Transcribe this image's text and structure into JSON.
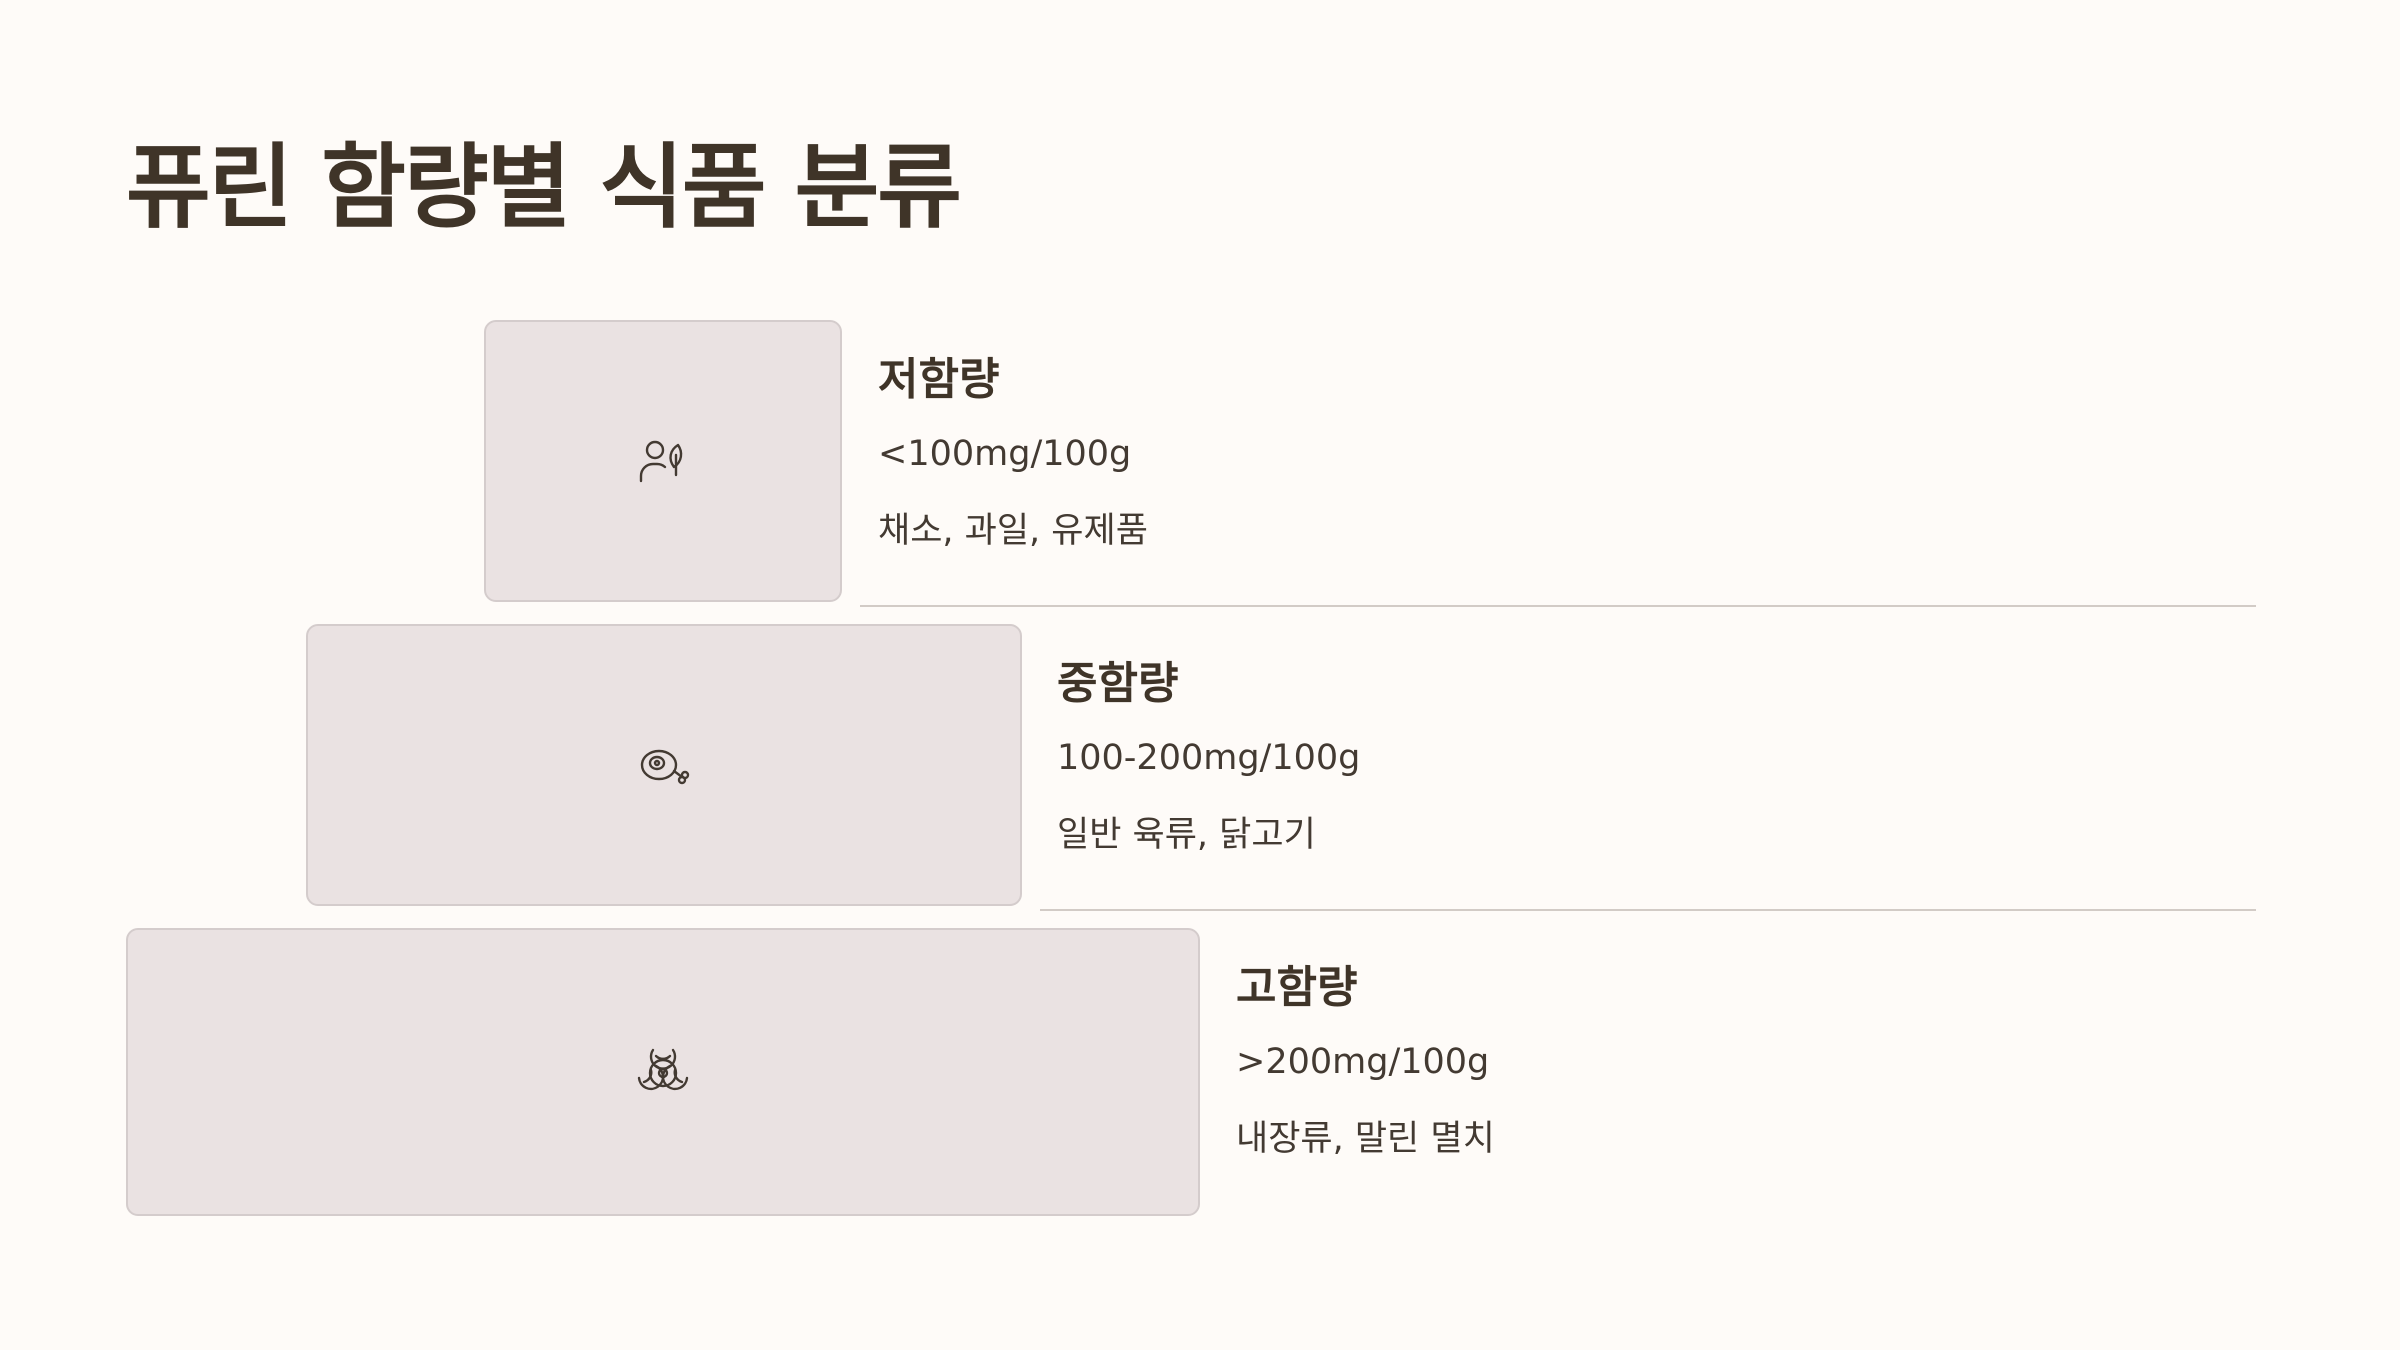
{
  "title": "퓨린 함량별 식품 분류",
  "tiers": [
    {
      "name": "저함량",
      "range": "<100mg/100g",
      "examples": "채소, 과일, 유제품",
      "icon": "person-leaf-icon"
    },
    {
      "name": "중함량",
      "range": "100-200mg/100g",
      "examples": "일반 육류, 닭고기",
      "icon": "meat-icon"
    },
    {
      "name": "고함량",
      "range": ">200mg/100g",
      "examples": "내장류, 말린 멸치",
      "icon": "biohazard-icon"
    }
  ],
  "colors": {
    "background": "#fefbf8",
    "box_fill": "#eae2e2",
    "box_border": "#d4cccc",
    "text": "#433a32",
    "divider": "#d2cbc6"
  }
}
